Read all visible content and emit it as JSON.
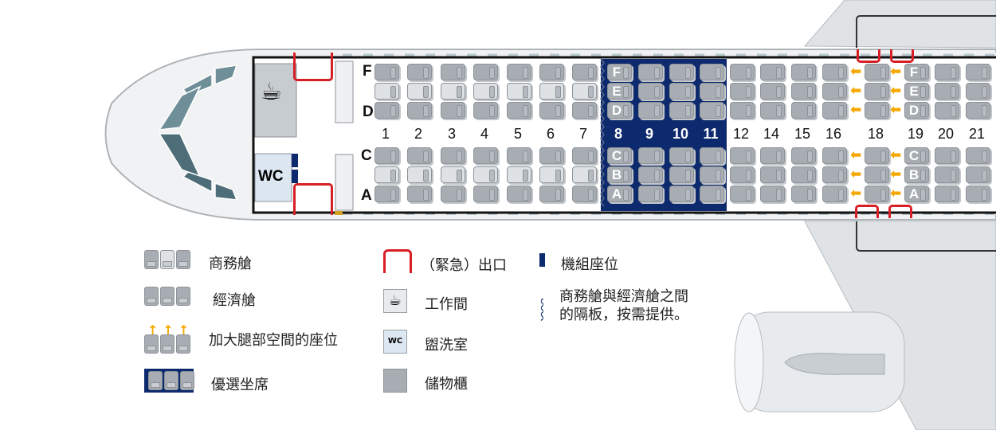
{
  "cabin": {
    "left_letters": [
      "F",
      "D",
      "C",
      "A"
    ],
    "rows": [
      {
        "number": "1",
        "class": "business"
      },
      {
        "number": "2",
        "class": "business"
      },
      {
        "number": "3",
        "class": "business"
      },
      {
        "number": "4",
        "class": "business"
      },
      {
        "number": "5",
        "class": "business"
      },
      {
        "number": "6",
        "class": "business"
      },
      {
        "number": "7",
        "class": "business"
      },
      {
        "number": "8",
        "class": "preferred",
        "show_letters": true
      },
      {
        "number": "9",
        "class": "preferred"
      },
      {
        "number": "10",
        "class": "preferred"
      },
      {
        "number": "11",
        "class": "preferred"
      },
      {
        "number": "12",
        "class": "economy"
      },
      {
        "number": "14",
        "class": "economy"
      },
      {
        "number": "15",
        "class": "economy"
      },
      {
        "number": "16",
        "class": "economy"
      },
      {
        "number": "18",
        "class": "extra-legroom"
      },
      {
        "number": "19",
        "class": "extra-legroom",
        "show_letters": true
      },
      {
        "number": "20",
        "class": "economy"
      },
      {
        "number": "21",
        "class": "economy"
      }
    ],
    "seat_letters": [
      "F",
      "E",
      "D",
      "C",
      "B",
      "A"
    ],
    "wc_label": "WC"
  },
  "legend": {
    "business": "商務艙",
    "economy": "經濟艙",
    "extra_legroom": "加大腿部空間的座位",
    "preferred": "優選坐席",
    "exit": "（緊急）出口",
    "galley": "工作間",
    "lavatory": "盥洗室",
    "lavatory_icon_label": "WC",
    "storage": "儲物櫃",
    "crew_seat": "機組座位",
    "divider_line1": "商務艙與經濟艙之間",
    "divider_line2": "的隔板，按需提供。"
  },
  "colors": {
    "preferred": "#0e2a6e",
    "exit": "#d81f26",
    "legroom_arrow": "#f5a800",
    "seat": "#a7adb3"
  }
}
